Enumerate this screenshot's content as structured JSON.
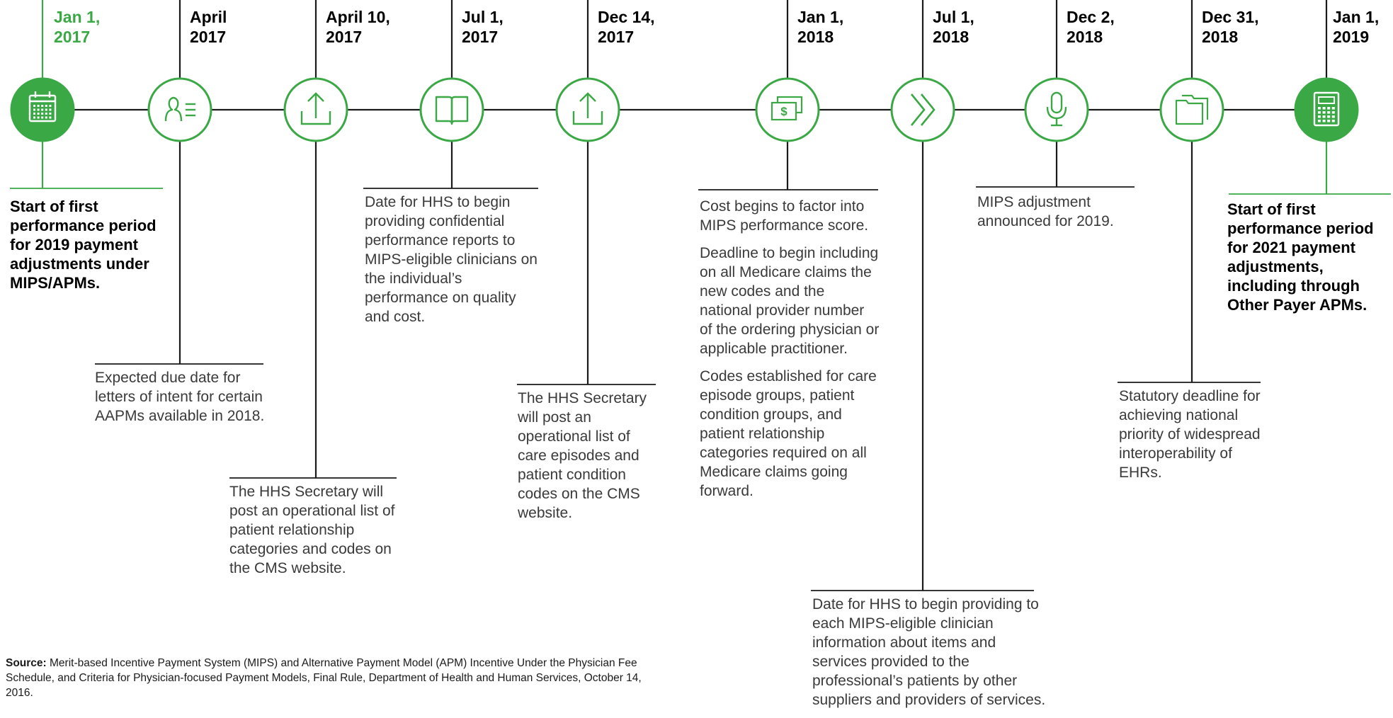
{
  "colors": {
    "accent": "#3aa845",
    "line": "#1a1a1a",
    "text": "#3a3a3a"
  },
  "milestones": [
    {
      "date": "Jan 1,\n2017",
      "icon": "calendar-icon",
      "filled": true,
      "highlight": true,
      "paragraphs": [
        "Start of first performance period for 2019 payment adjustments under MIPS/APMs."
      ]
    },
    {
      "date": "April\n2017",
      "icon": "patient-list-icon",
      "filled": false,
      "highlight": false,
      "paragraphs": [
        "Expected due date for letters of intent for certain AAPMs available in 2018."
      ]
    },
    {
      "date": "April 10,\n2017",
      "icon": "upload-icon",
      "filled": false,
      "highlight": false,
      "paragraphs": [
        "The HHS Secretary will post an operational list of patient relationship categories and codes on the CMS website."
      ]
    },
    {
      "date": "Jul 1,\n2017",
      "icon": "book-icon",
      "filled": false,
      "highlight": false,
      "paragraphs": [
        "Date for HHS to begin providing confidential performance reports to MIPS-eligible clinicians on the individual’s performance on quality and cost."
      ]
    },
    {
      "date": "Dec 14,\n2017",
      "icon": "upload-icon",
      "filled": false,
      "highlight": false,
      "paragraphs": [
        "The HHS Secretary will post an operational list of care episodes and patient condition codes on the CMS website."
      ]
    },
    {
      "date": "Jan 1,\n2018",
      "icon": "money-icon",
      "filled": false,
      "highlight": false,
      "paragraphs": [
        "Cost begins to factor into MIPS performance score.",
        "Deadline to begin including on all Medicare claims the new codes and the national provider number of the ordering physician or applicable practitioner.",
        "Codes established for care episode groups, patient condition groups, and patient relationship categories required on all Medicare claims going forward."
      ]
    },
    {
      "date": "Jul 1,\n2018",
      "icon": "forward-chevrons-icon",
      "filled": false,
      "highlight": false,
      "paragraphs": [
        "Date for HHS to begin providing to each MIPS-eligible clinician information about items and services provided to the professional’s patients by other suppliers and providers of services."
      ]
    },
    {
      "date": "Dec 2,\n2018",
      "icon": "microphone-icon",
      "filled": false,
      "highlight": false,
      "paragraphs": [
        "MIPS adjustment announced for 2019."
      ]
    },
    {
      "date": "Dec 31,\n2018",
      "icon": "folders-icon",
      "filled": false,
      "highlight": false,
      "paragraphs": [
        "Statutory deadline for achieving national priority of widespread interoperability of EHRs."
      ]
    },
    {
      "date": "Jan 1,\n2019",
      "icon": "calculator-icon",
      "filled": true,
      "highlight": false,
      "paragraphs": [
        "Start of first performance period for 2021 payment adjustments, including through Other Payer APMs."
      ]
    }
  ],
  "source": {
    "label": "Source:",
    "text": " Merit-based Incentive Payment System (MIPS) and Alternative Payment Model (APM) Incentive Under the Physician Fee Schedule, and Criteria for Physician-focused Payment Models, Final Rule, Department of Health and Human Services, October 14, 2016."
  }
}
